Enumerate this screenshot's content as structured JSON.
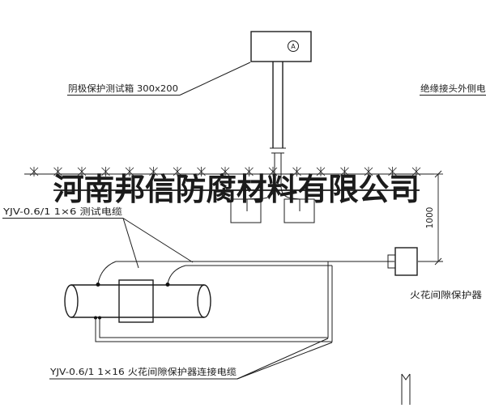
{
  "watermark": {
    "text": "河南邦信防腐材料有限公司"
  },
  "test_box": {
    "label": "阴极保护测试箱 300x200",
    "meter_letter": "A"
  },
  "right_label": {
    "text": "绝缘接头外侧电缆"
  },
  "test_cable_label": {
    "text": "YJV-0.6/1 1×6  测试电缆"
  },
  "spark_protector": {
    "label": "火花间隙保护器"
  },
  "protector_cable_label": {
    "text": "YJV-0.6/1 1×16  火花间隙保护器连接电缆"
  },
  "dimension": {
    "value": "1000"
  },
  "colors": {
    "line": "#1c1c1c",
    "background": "#ffffff",
    "watermark": "#1b1b1b"
  }
}
